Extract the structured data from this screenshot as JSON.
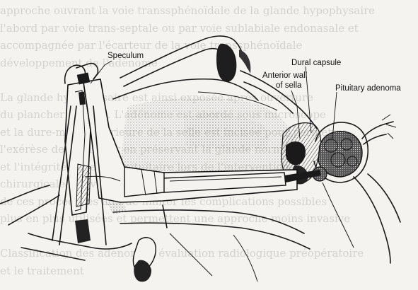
{
  "labels": {
    "speculum": "Speculum",
    "dural_capsule": "Dural capsule",
    "anterior_wall_line1": "Anterior wall",
    "anterior_wall_line2": "of sella",
    "pituitary_adenoma": "Pituitary adenoma"
  },
  "background_text": [
    "approche ouvrant la voie transsphénoïdale de la glande hypophysaire",
    "l'abord par voie trans-septale ou par voie sublabiale endonasale et",
    "accompagnée par l'écarteur de la voie transsphénoïdale",
    "développement de l'adénome",
    "",
    "La glande hypophysaire est ainsi exposée après ouverture",
    "du plancher sellaire. L'adénome est abordé sous microscope",
    "et la dure-mère antérieure de la selle est incisée pour permettre",
    "l'exérèse de la tumeur en préservant la glande normale",
    "et l'intégrité de la tige pituitaire lors de l'intervention",
    "chirurgicale par voie endonasale ou sublabiale",
    "de ces procédures afin de limiter les complications possibles",
    "plus en plus utilisées et permettent une approche moins invasive",
    "",
    "Classification des adénomes, évaluation radiologique préopératoire",
    "et le traitement"
  ],
  "colors": {
    "paper": "#f4f3f0",
    "ink": "#1a1a1a",
    "faint_text": "#b9b8b4"
  }
}
